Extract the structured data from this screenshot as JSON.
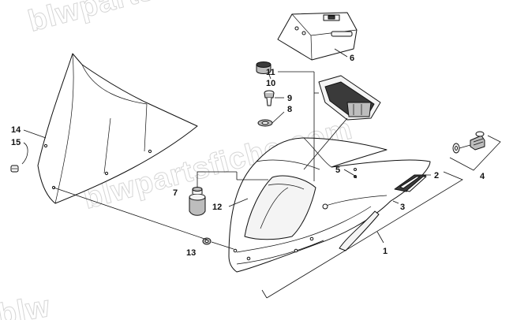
{
  "watermark": {
    "text_top": "blwpartsfiche.com",
    "text_mid": "blwpartsfiche.com",
    "text_bottom": "blw"
  },
  "callouts": {
    "c1": "1",
    "c2": "2",
    "c3": "3",
    "c4": "4",
    "c5": "5",
    "c6": "6",
    "c7": "7",
    "c8": "8",
    "c9": "9",
    "c10": "10",
    "c11": "11",
    "c12": "12",
    "c13": "13",
    "c14": "14",
    "c15": "15"
  },
  "colors": {
    "line": "#111111",
    "shade_light": "#f4f4f4",
    "shade_mid": "#bdbdbd",
    "shade_dark": "#3a3a3a",
    "watermark": "#d6d6d6"
  }
}
